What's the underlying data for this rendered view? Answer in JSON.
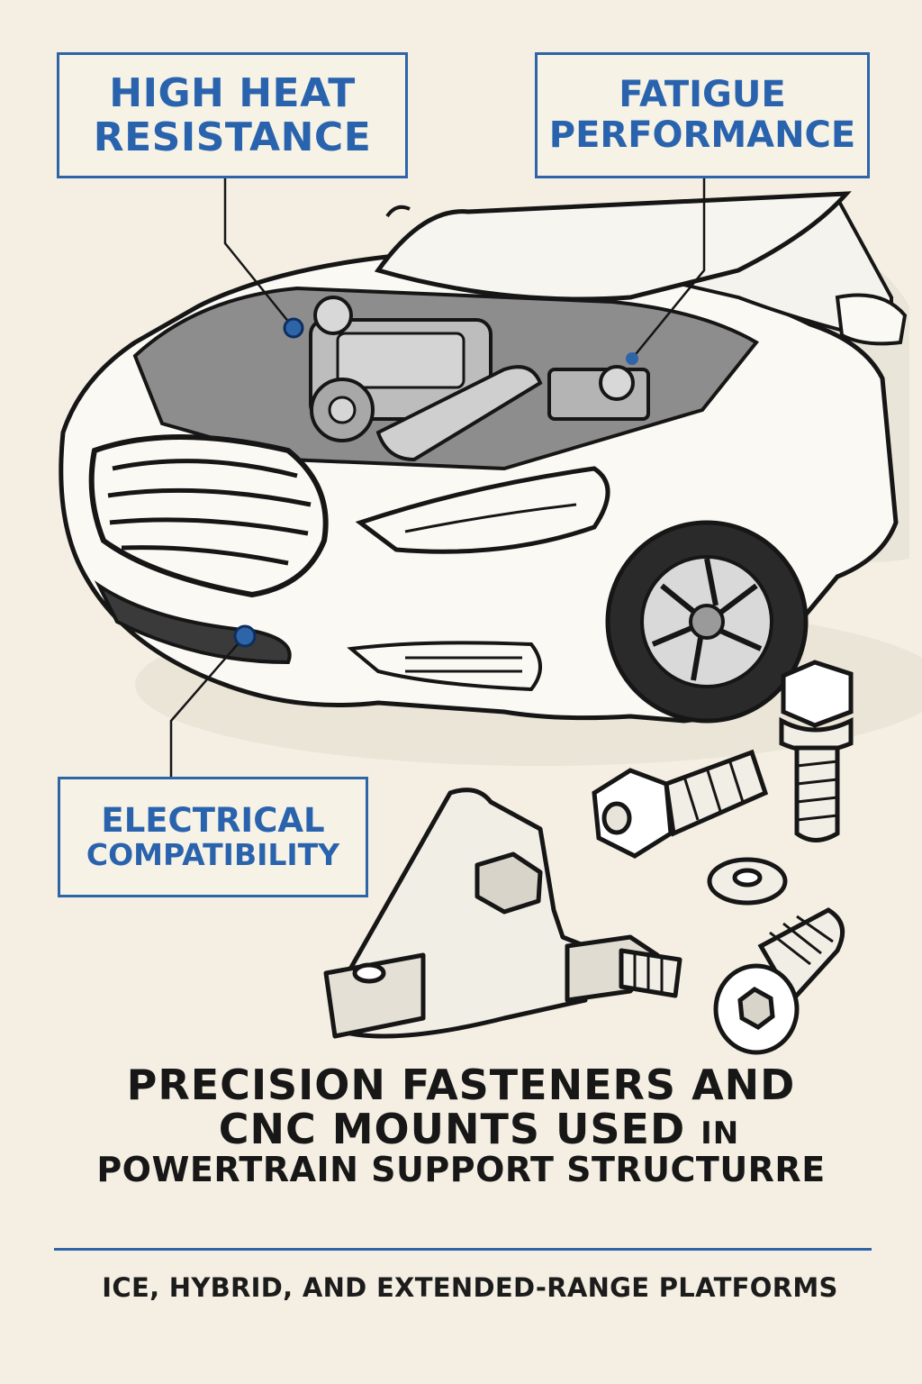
{
  "callouts": {
    "heat": [
      "HIGH HEAT",
      "RESISTANCE"
    ],
    "fatigue": [
      "FATIGUE",
      "PERFORMANCE"
    ],
    "electrical": [
      "ELECTRICAL",
      "COMPATIBILITY"
    ]
  },
  "headline": {
    "line1": "PRECISION FASTENERS AND",
    "line2": "CNC MOUNTS USED",
    "line2_small": "IN",
    "line3": "POWERTRAIN SUPPORT STRUCTURRE"
  },
  "subline": "ICE, HYBRID, AND EXTENDED-RANGE PLATFORMS",
  "colors": {
    "accent": "#2e64a8",
    "background": "#f4efe2",
    "ink": "#171717"
  }
}
